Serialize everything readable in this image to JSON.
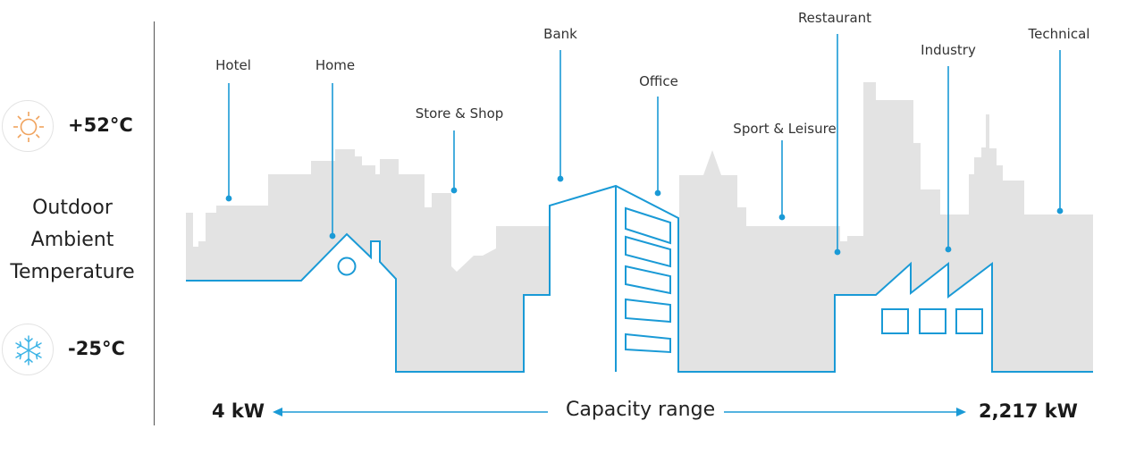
{
  "temperature": {
    "max": "+52°C",
    "min": "-25°C",
    "label_lines": [
      "Outdoor",
      "Ambient",
      "Temperature"
    ]
  },
  "buildings": [
    {
      "name": "Hotel"
    },
    {
      "name": "Home"
    },
    {
      "name": "Store & Shop"
    },
    {
      "name": "Bank"
    },
    {
      "name": "Office"
    },
    {
      "name": "Sport & Leisure"
    },
    {
      "name": "Restaurant"
    },
    {
      "name": "Industry"
    },
    {
      "name": "Technical"
    }
  ],
  "capacity": {
    "min": "4 kW",
    "label": "Capacity range",
    "max": "2,217 kW"
  },
  "colors": {
    "accent": "#1a9ad6",
    "silhouette": "#e3e3e3",
    "sun": "#f0a35e",
    "snow": "#3db4e6"
  },
  "icons": {
    "hot": "sun-icon",
    "cold": "snowflake-icon"
  }
}
